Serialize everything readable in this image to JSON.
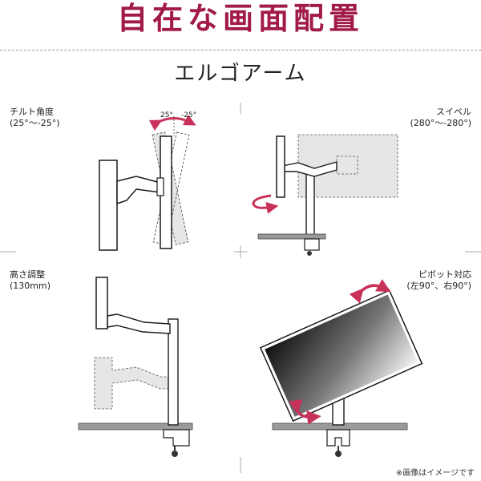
{
  "header": {
    "title": "自在な画面配置",
    "subtitle": "エルゴアーム"
  },
  "panels": {
    "tilt": {
      "name": "チルト角度",
      "range": "(25°〜-25°)",
      "angle_left": "25°",
      "angle_right": "-25°"
    },
    "swivel": {
      "name": "スイベル",
      "range": "(280°〜-280°)"
    },
    "height": {
      "name": "高さ調整",
      "range": "(130mm)"
    },
    "pivot": {
      "name": "ピボット対応",
      "range": "(左90°、右90°)"
    }
  },
  "footer": {
    "note": "※画像はイメージです"
  },
  "colors": {
    "title": "#a11a4a",
    "accent_arrow": "#c8325a",
    "divider": "#aaaaaa",
    "line": "#1a1a1a",
    "ghost_fill": "#e6e6e6",
    "desk": "#9a9a9a"
  }
}
